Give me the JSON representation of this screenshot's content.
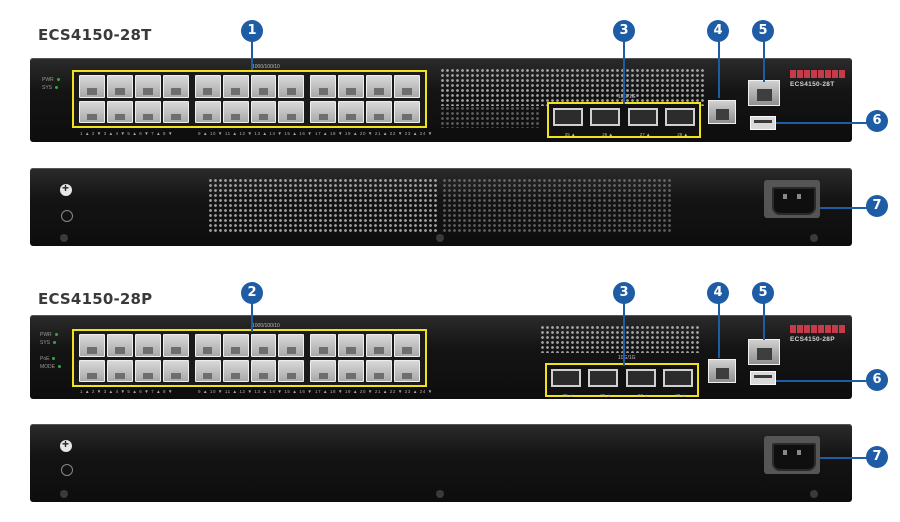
{
  "models": [
    {
      "title": "ECS4150-28T",
      "badge": "ECS4150-28T"
    },
    {
      "title": "ECS4150-28P",
      "badge": "ECS4150-28P"
    }
  ],
  "front_28t": {
    "leds": [
      "PWR",
      "SYS"
    ],
    "port_numbers": "1 ▲  2 ▼  3 ▲  4 ▼  5 ▲  6 ▼  7 ▲  8 ▼",
    "port_numbers_2": "9 ▲  10 ▼  11 ▲  12 ▼  13 ▲  14 ▼  15 ▲  16 ▼",
    "port_numbers_3": "17 ▲  18 ▼  19 ▲  20 ▼  21 ▲  22 ▼  23 ▲  24 ▼",
    "speed": "10G/1G",
    "sfp_labels": [
      "25 ▲",
      "26 ▲",
      "27 ▲",
      "28 ▲"
    ],
    "copper_header": "1000/100/10"
  },
  "front_28p": {
    "leds": [
      "PWR",
      "SYS",
      "PoE",
      "MODE"
    ],
    "speed": "10G/1G",
    "sfp_labels": [
      "25 ▲",
      "26 ▲",
      "27 ▲",
      "28 ▲"
    ],
    "copper_header": "1000/100/10"
  },
  "callouts": {
    "c1": "1",
    "c2": "2",
    "c3": "3",
    "c4": "4",
    "c5": "5",
    "c6": "6",
    "c7": "7"
  },
  "colors": {
    "highlight": "#f1e21c",
    "callout": "#1e5da6",
    "chassis": "#141414"
  }
}
